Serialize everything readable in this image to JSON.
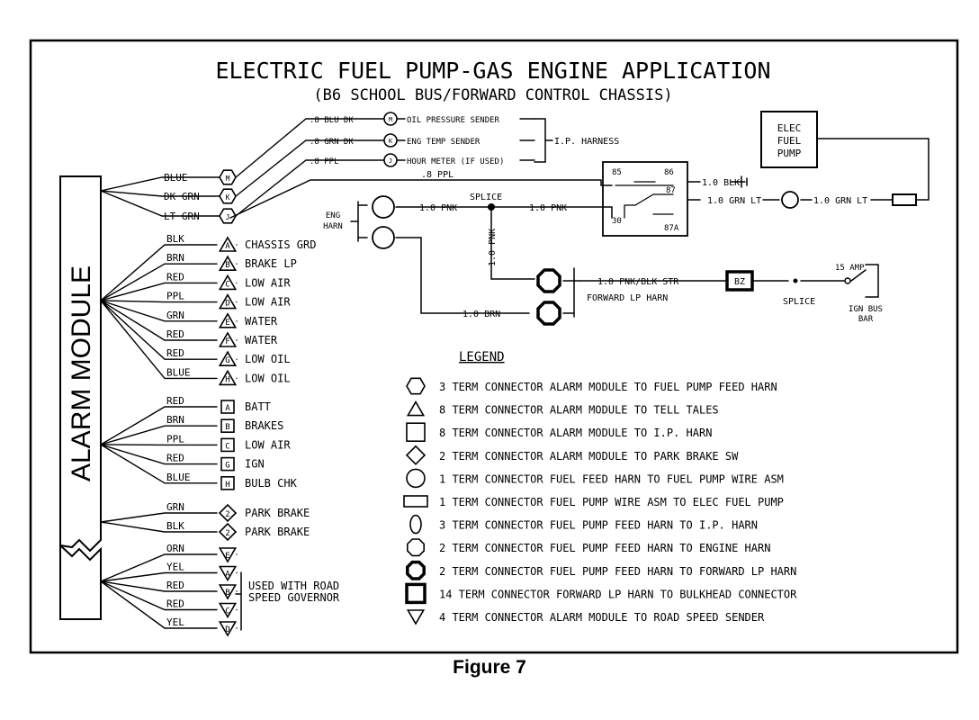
{
  "title": "ELECTRIC FUEL PUMP-GAS ENGINE APPLICATION",
  "subtitle": "(B6 SCHOOL BUS/FORWARD CONTROL CHASSIS)",
  "caption": "Figure 7",
  "module_label": "ALARM MODULE",
  "hex_wires": [
    {
      "color": "BLUE",
      "pin": "M",
      "out": ".8 BLU DK",
      "dest": "OIL PRESSURE SENDER"
    },
    {
      "color": "DK GRN",
      "pin": "K",
      "out": ".8 GRN DK",
      "dest": "ENG TEMP SENDER"
    },
    {
      "color": "LT GRN",
      "pin": "J",
      "out": ".8 PPL",
      "dest": "HOUR METER (IF USED)"
    }
  ],
  "ip_harness": "I.P. HARNESS",
  "tri_wires": [
    {
      "color": "BLK",
      "pin": "A",
      "label": "CHASSIS GRD"
    },
    {
      "color": "BRN",
      "pin": "B",
      "label": "BRAKE LP"
    },
    {
      "color": "RED",
      "pin": "C",
      "label": "LOW AIR"
    },
    {
      "color": "PPL",
      "pin": "D",
      "label": "LOW AIR"
    },
    {
      "color": "GRN",
      "pin": "E",
      "label": "WATER"
    },
    {
      "color": "RED",
      "pin": "F",
      "label": "WATER"
    },
    {
      "color": "RED",
      "pin": "G",
      "label": "LOW OIL"
    },
    {
      "color": "BLUE",
      "pin": "H",
      "label": "LOW OIL"
    }
  ],
  "sq_wires": [
    {
      "color": "RED",
      "pin": "A",
      "label": "BATT"
    },
    {
      "color": "BRN",
      "pin": "B",
      "label": "BRAKES"
    },
    {
      "color": "PPL",
      "pin": "C",
      "label": "LOW AIR"
    },
    {
      "color": "RED",
      "pin": "G",
      "label": "IGN"
    },
    {
      "color": "BLUE",
      "pin": "H",
      "label": "BULB CHK"
    }
  ],
  "dia_wires": [
    {
      "color": "GRN",
      "pin": "2",
      "label": "PARK BRAKE"
    },
    {
      "color": "BLK",
      "pin": "2",
      "label": "PARK BRAKE"
    }
  ],
  "gov_wires": [
    {
      "color": "ORN",
      "pin": "E"
    },
    {
      "color": "YEL",
      "pin": "A"
    },
    {
      "color": "RED",
      "pin": "B"
    },
    {
      "color": "RED",
      "pin": "C"
    },
    {
      "color": "YEL",
      "pin": "D"
    }
  ],
  "gov_note": [
    "USED WITH ROAD",
    "SPEED GOVERNOR"
  ],
  "eng_harn": [
    "ENG",
    "HARN"
  ],
  "relay": {
    "p85": "85",
    "p86": "86",
    "p87": "87",
    "p30": "30",
    "p87a": "87A"
  },
  "wires": {
    "ppl8": ".8 PPL",
    "pnk1": "1.0 PNK",
    "pnk2": "1.0 PNK",
    "pnk_vert": "1.0 PNK",
    "blk": "1.0 BLK",
    "grnlt1": "1.0 GRN LT",
    "grnlt2": "1.0 GRN LT",
    "brn": "1.0 BRN",
    "pnkblk": "1.0 PNK/BLK STR",
    "splice_top": "SPLICE",
    "splice_bot": "SPLICE",
    "fwd_harn": "FORWARD LP HARN",
    "bz": "BZ",
    "amp": "15 AMP",
    "ign_bus": [
      "IGN BUS",
      "BAR"
    ]
  },
  "elec_pump": [
    "ELEC",
    "FUEL",
    "PUMP"
  ],
  "legend_title": "LEGEND",
  "legend": [
    {
      "icon": "hexagon-icon",
      "text": "3 TERM CONNECTOR ALARM MODULE TO FUEL PUMP FEED HARN"
    },
    {
      "icon": "triangle-icon",
      "text": "8 TERM CONNECTOR ALARM MODULE TO TELL TALES"
    },
    {
      "icon": "square-icon",
      "text": "8 TERM CONNECTOR ALARM MODULE TO I.P. HARN"
    },
    {
      "icon": "diamond-icon",
      "text": "2 TERM CONNECTOR ALARM MODULE TO PARK BRAKE SW"
    },
    {
      "icon": "circle-icon",
      "text": "1 TERM CONNECTOR FUEL FEED HARN TO FUEL PUMP WIRE ASM"
    },
    {
      "icon": "rectangle-icon",
      "text": "1 TERM CONNECTOR FUEL PUMP WIRE ASM TO ELEC FUEL PUMP"
    },
    {
      "icon": "oval-icon",
      "text": "3 TERM CONNECTOR FUEL PUMP FEED HARN TO I.P. HARN"
    },
    {
      "icon": "octagon-icon",
      "text": "2 TERM CONNECTOR FUEL PUMP FEED HARN TO ENGINE HARN"
    },
    {
      "icon": "bold-octagon-icon",
      "text": "2 TERM CONNECTOR FUEL PUMP FEED HARN TO FORWARD LP HARN"
    },
    {
      "icon": "bold-square-icon",
      "text": "14 TERM CONNECTOR FORWARD LP HARN TO BULKHEAD CONNECTOR"
    },
    {
      "icon": "down-triangle-icon",
      "text": "4 TERM CONNECTOR ALARM MODULE TO ROAD SPEED SENDER"
    }
  ]
}
